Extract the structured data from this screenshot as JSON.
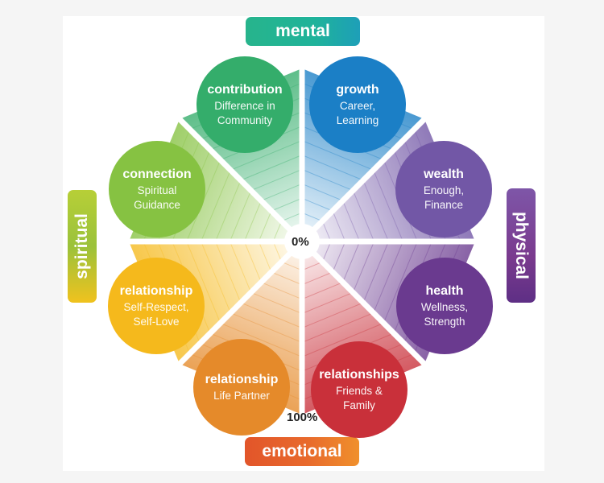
{
  "dimensions": {
    "mental": {
      "label": "mental",
      "color": "#1fb39a"
    },
    "physical": {
      "label": "physical",
      "color": "#7a3a8e"
    },
    "emotional": {
      "label": "emotional",
      "color": "#e86a2c"
    },
    "spiritual": {
      "label": "spiritual",
      "color": "#9bc23b"
    }
  },
  "center_label": "0%",
  "edge_label": "100%",
  "segments": [
    {
      "title": "growth",
      "subtitle_lines": [
        "Career,",
        "Learning"
      ],
      "color": "#1b7fc6"
    },
    {
      "title": "wealth",
      "subtitle_lines": [
        "Enough,",
        "Finance"
      ],
      "color": "#7257a6"
    },
    {
      "title": "health",
      "subtitle_lines": [
        "Wellness,",
        "Strength"
      ],
      "color": "#6a3a8f"
    },
    {
      "title": "relationships",
      "subtitle_lines": [
        "Friends &",
        "Family"
      ],
      "color": "#c9303a"
    },
    {
      "title": "relationship",
      "subtitle_lines": [
        "Life Partner"
      ],
      "color": "#e58a2a"
    },
    {
      "title": "relationship",
      "subtitle_lines": [
        "Self-Respect,",
        "Self-Love"
      ],
      "color": "#f5b91c"
    },
    {
      "title": "connection",
      "subtitle_lines": [
        "Spiritual",
        "Guidance"
      ],
      "color": "#86c242"
    },
    {
      "title": "contribution",
      "subtitle_lines": [
        "Difference in",
        "Community"
      ],
      "color": "#34ad6b"
    }
  ]
}
